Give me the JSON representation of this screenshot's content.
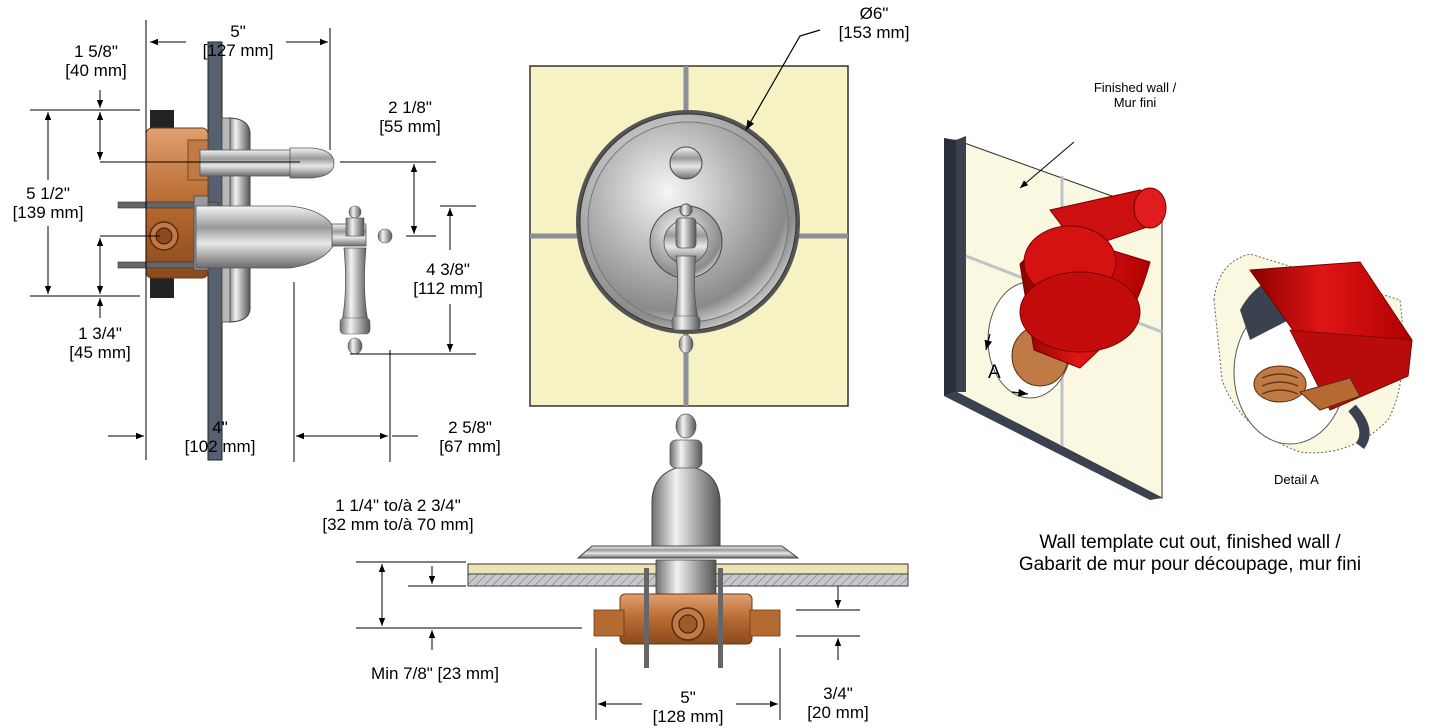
{
  "dimensions": {
    "d_5in": {
      "imperial": "5\"",
      "metric": "[127 mm]"
    },
    "d_1_5_8": {
      "imperial": "1 5/8\"",
      "metric": "[40 mm]"
    },
    "d_2_1_8": {
      "imperial": "2 1/8\"",
      "metric": "[55 mm]"
    },
    "d_5_1_2": {
      "imperial": "5 1/2\"",
      "metric": "[139 mm]"
    },
    "d_4_3_8": {
      "imperial": "4 3/8\"",
      "metric": "[112 mm]"
    },
    "d_1_3_4": {
      "imperial": "1 3/4\"",
      "metric": "[45 mm]"
    },
    "d_4in": {
      "imperial": "4\"",
      "metric": "[102 mm]"
    },
    "d_2_5_8": {
      "imperial": "2 5/8\"",
      "metric": "[67 mm]"
    },
    "d_dia6": {
      "imperial": "Ø6\"",
      "metric": "[153 mm]"
    },
    "d_wall_range": {
      "imperial": "1 1/4\" to/à 2 3/4\"",
      "metric": "[32 mm to/à 70 mm]"
    },
    "d_min": {
      "text": "Min 7/8\" [23 mm]"
    },
    "d_5in_bottom": {
      "imperial": "5\"",
      "metric": "[128 mm]"
    },
    "d_3_4": {
      "imperial": "3/4\"",
      "metric": "[20 mm]"
    }
  },
  "labels": {
    "finished_wall_line1": "Finished wall /",
    "finished_wall_line2": "Mur fini",
    "marker_a": "A",
    "detail_a": "Detail A",
    "caption_line1": "Wall template cut out, finished wall /",
    "caption_line2": "Gabarit de mur pour découpage, mur fini"
  },
  "colors": {
    "valve_body": "#c87a3a",
    "chrome": "#c8c8c8",
    "tile": "#f7f2c4",
    "template_red": "#d10f0f",
    "wall_edge": "#3a4250"
  }
}
